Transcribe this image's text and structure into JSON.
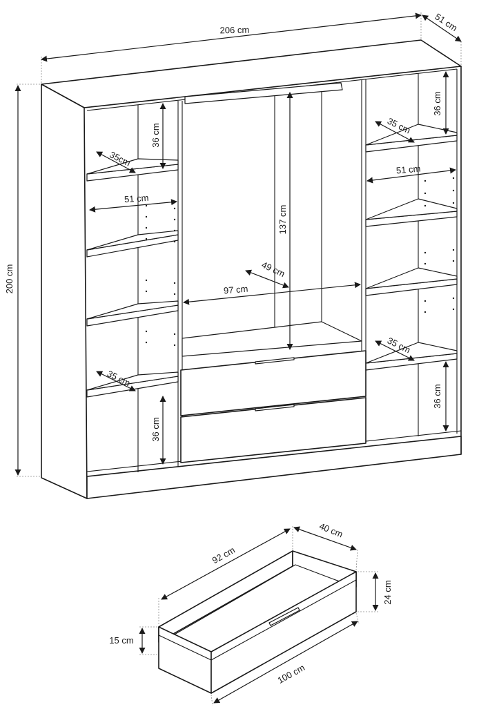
{
  "wardrobe": {
    "width_label": "206 cm",
    "depth_label": "51 cm",
    "height_label": "200 cm",
    "left_top_shelf_height": "36 cm",
    "left_top_shelf_depth": "35cm",
    "left_width": "51 cm",
    "left_lower_shelf_depth": "35 cm",
    "left_bottom_height": "36 cm",
    "hanging_height": "137 cm",
    "hanging_depth": "49 cm",
    "hanging_width": "97 cm",
    "right_top_height": "36 cm",
    "right_top_shelf_depth": "35 cm",
    "right_width": "51 cm",
    "right_lower_shelf_depth": "35 cm",
    "right_bottom_height": "36 cm"
  },
  "drawer": {
    "length_label": "92 cm",
    "depth_label": "40 cm",
    "back_height_label": "24 cm",
    "front_height_label": "15 cm",
    "front_width_label": "100 cm"
  }
}
